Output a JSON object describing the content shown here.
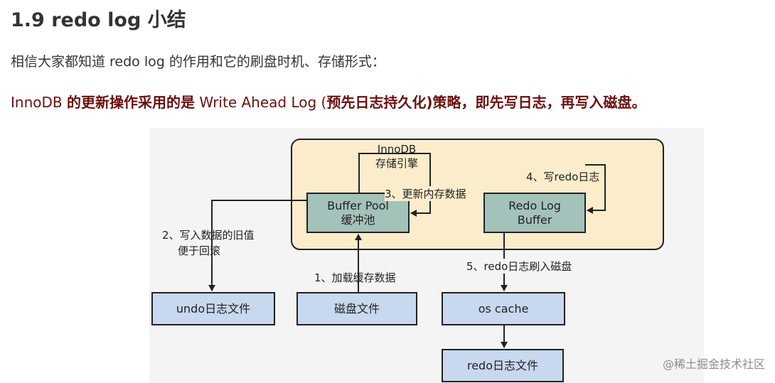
{
  "heading": {
    "title": "1.9 redo log 小结"
  },
  "intro": {
    "text": "相信大家都知道 redo log 的作用和它的刷盘时机、存储形式："
  },
  "emphasis": {
    "part1": "InnoDB ",
    "part2": "的更新操作采用的是",
    "part3": " Write Ahead Log (",
    "part4": "预先日志持久化",
    "part5": ")策略，即先写日志，再写入磁盘。"
  },
  "diagram": {
    "engine_label_line1": "InnoDB",
    "engine_label_line2": "存储引擎",
    "buffer_pool_line1": "Buffer Pool",
    "buffer_pool_line2": "缓冲池",
    "redo_buffer_line1": "Redo Log",
    "redo_buffer_line2": "Buffer",
    "undo_file": "undo日志文件",
    "disk_file": "磁盘文件",
    "os_cache": "os cache",
    "redo_file": "redo日志文件",
    "step1": "1、加载缓存数据",
    "step2_line1": "2、写入数据的旧值",
    "step2_line2": "便于回滚",
    "step3": "3、更新内存数据",
    "step4": "4、写redo日志",
    "step5": "5、redo日志刷入磁盘"
  },
  "watermark": "@稀土掘金技术社区"
}
